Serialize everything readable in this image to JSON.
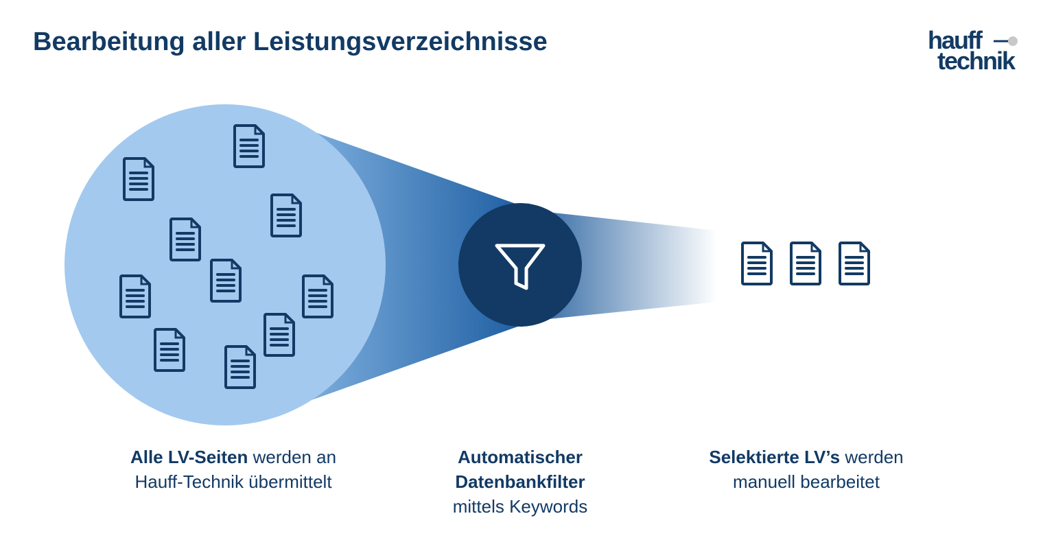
{
  "title": "Bearbeitung aller Leistungsverzeichnisse",
  "logo": {
    "line1": "hauff",
    "line2": "technik"
  },
  "colors": {
    "navy": "#123a64",
    "light_circle": "#a3c9ee",
    "cone": "#2a69aa"
  },
  "captions": {
    "left": {
      "bold": "Alle LV-Seiten",
      "rest": " werden an",
      "line2": "Hauff-Technik übermittelt"
    },
    "middle": {
      "bold1": "Automatischer",
      "bold2": "Datenbankfilter",
      "line3": "mittels Keywords"
    },
    "right": {
      "bold": "Selektierte LV’s",
      "rest": " werden",
      "line2": "manuell bearbeitet"
    }
  },
  "icons": {
    "filter": "funnel-icon",
    "document": "document-icon",
    "all_docs_count": 10,
    "selected_docs_count": 3
  }
}
